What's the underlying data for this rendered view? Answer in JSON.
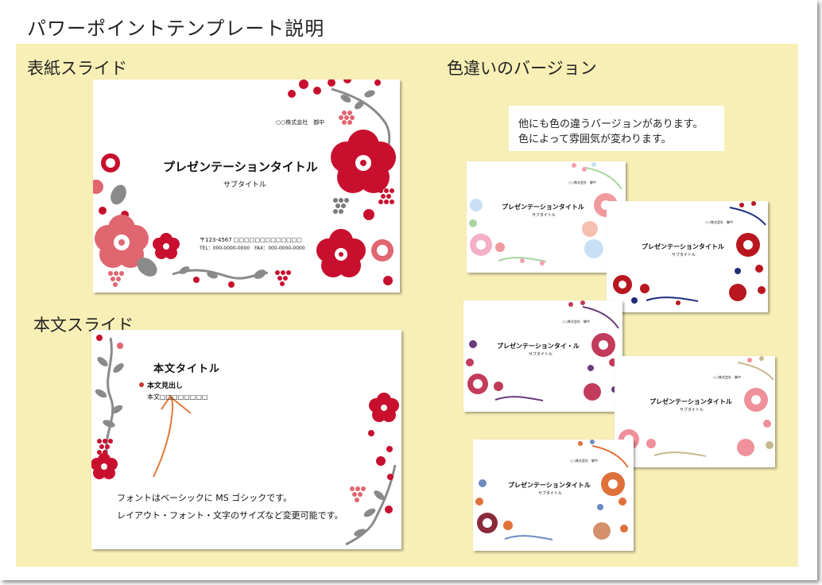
{
  "page": {
    "title": "パワーポイントテンプレート説明"
  },
  "sections": {
    "cover": "表紙スライド",
    "body": "本文スライド",
    "variations": "色違いのバージョン"
  },
  "cover_slide": {
    "recipient": "○○株式会社　御中",
    "title": "プレゼンテーションタイトル",
    "subtitle": "サブタイトル",
    "address": "〒123-4567 □□□□□□□□□□□□□",
    "contact": "TEL：000-0000-0000　FAX：000-0000-0000"
  },
  "body_slide": {
    "title": "本文タイトル",
    "heading": "本文見出し",
    "text": "本文□□□□□□□□",
    "note_line1": "フォントはベーシックに MS ゴシックです。",
    "note_line2": "レイアウト・フォント・文字のサイズなど変更可能です。"
  },
  "variations": {
    "description_line1": "他にも色の違うバージョンがあります。",
    "description_line2": "色によって雰囲気が変わります。",
    "slides": [
      {
        "name": "pink",
        "title": "プレゼンテーションタイトル",
        "subtitle": "サブタイトル",
        "recipient": "○○株式会社　御中",
        "color": "#f19a9d"
      },
      {
        "name": "navy",
        "title": "プレゼンテーションタイトル",
        "subtitle": "サブタイトル",
        "recipient": "○○株式会社　御中",
        "color": "#b8171f"
      },
      {
        "name": "purple",
        "title": "プレゼンテーションタイ・ル",
        "subtitle": "サブタイトル",
        "recipient": "○○株式会社　御中",
        "color": "#c23b5a"
      },
      {
        "name": "beige",
        "title": "プレゼンテーションタイトル",
        "subtitle": "サブタイトル",
        "recipient": "○○株式会社　御中",
        "color": "#f0909a"
      },
      {
        "name": "orange",
        "title": "プレゼンテーションタイトル",
        "subtitle": "サブタイトル",
        "recipient": "○○株式会社　御中",
        "color": "#e0703a"
      }
    ]
  },
  "colors": {
    "panel_background": "#f8efb6",
    "accent_red": "#c8102e",
    "accent_pink": "#e06670",
    "leaf_grey": "#8a8a8a",
    "arrow_orange": "#e07a3a"
  }
}
